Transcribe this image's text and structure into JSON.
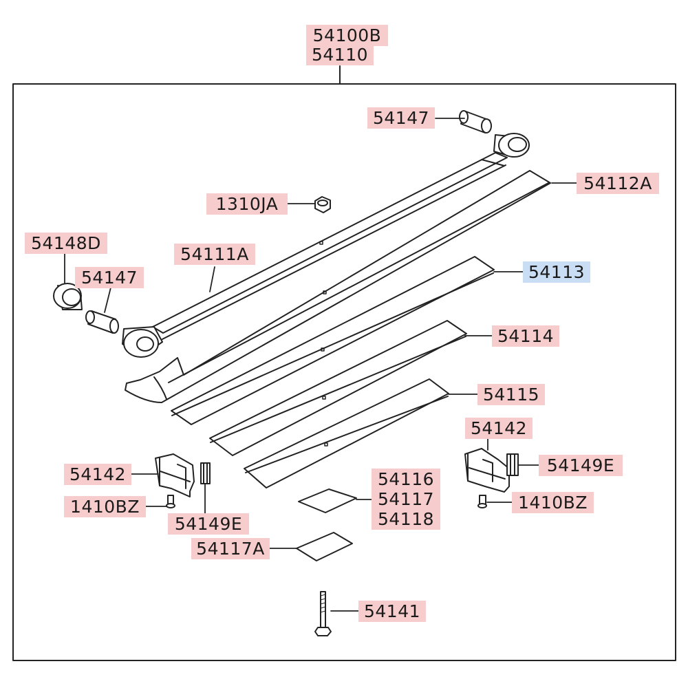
{
  "diagram": {
    "colors": {
      "label_red": "#f7cccc",
      "label_blue": "#c9ddf4",
      "stroke": "#222222"
    },
    "labels": {
      "assembly_a": "54100B",
      "assembly_b": "54110",
      "pin_top": "54147",
      "leaf_2": "54112A",
      "nut": "1310JA",
      "bushing": "54148D",
      "leaf_1": "54111A",
      "pin_left": "54147",
      "leaf_3": "54113",
      "leaf_4": "54114",
      "leaf_5": "54115",
      "clip_right": "54142",
      "clip_left": "54142",
      "clip_bolt_right": "54149E",
      "clip_bolt_left": "54149E",
      "rivet_left": "1410BZ",
      "rivet_right": "1410BZ",
      "spacer_a": "54116",
      "spacer_b": "54117",
      "spacer_c": "54118",
      "pad": "54117A",
      "center_bolt": "54141"
    }
  }
}
